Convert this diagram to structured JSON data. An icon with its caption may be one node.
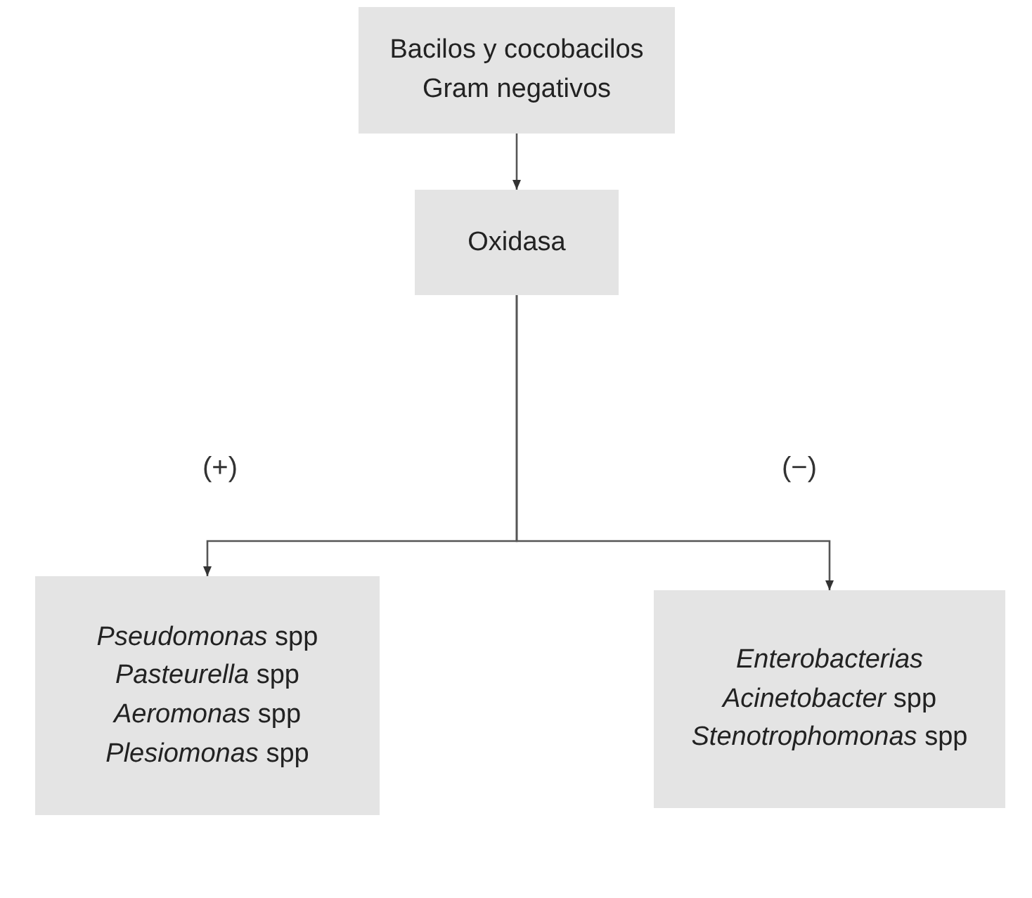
{
  "diagram": {
    "nodes": [
      {
        "text": [
          "Bacilos y cocobacilos Gram negativos"
        ]
      },
      {
        "text": [
          "Oxidasa"
        ]
      },
      {
        "text": [
          "*Pseudomonas* spp",
          "*Pasteurella* spp",
          "*Aeromonas* spp",
          "*Plesiomonas* spp"
        ]
      },
      {
        "text": [
          "*Enterobacterias*",
          "*Acinetobacter* spp",
          "*Stenotrophomonas* spp"
        ]
      }
    ],
    "edges": [
      {
        "from": 0,
        "to": 1,
        "arrow": "to"
      },
      {
        "from": 1,
        "to": 2,
        "arrow": "to",
        "label": "(+)"
      },
      {
        "from": 1,
        "to": 3,
        "arrow": "to",
        "label": "(−)"
      }
    ]
  }
}
